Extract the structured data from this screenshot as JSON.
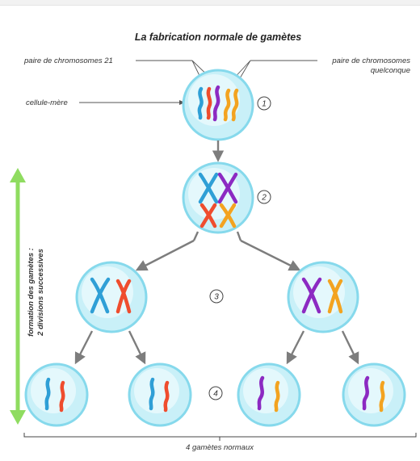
{
  "title": "La fabrication normale de gamètes",
  "labels": {
    "pair21": "paire de chromosomes 21",
    "pairAny_line1": "paire de chromosomes",
    "pairAny_line2": "quelconque",
    "motherCell": "cellule-mère",
    "sideLine1": "formation des gamètes :",
    "sideLine2": "2 divisions successives",
    "bottom": "4 gamètes normaux"
  },
  "steps": [
    "1",
    "2",
    "3",
    "4"
  ],
  "colors": {
    "blue": "#2f9fd6",
    "red": "#ef4d2e",
    "purple": "#8c2ac2",
    "orange": "#f3a320",
    "cellFill": "#c9f0f8",
    "cellBorder": "#86d9ec",
    "arrow": "#7d7d7d",
    "sideArrow": "#8fdc60"
  }
}
